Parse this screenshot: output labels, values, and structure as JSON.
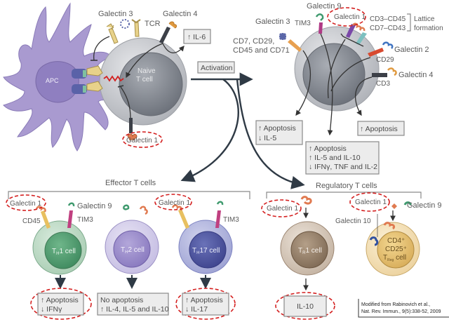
{
  "figure": {
    "naive_section": {
      "apc_label": "APC",
      "naive_cell_label_line1": "Naive",
      "naive_cell_label_line2": "T cell",
      "galectin3": "Galectin 3",
      "tcr": "TCR",
      "galectin4": "Galectin 4",
      "il6_box": "↑ IL-6",
      "galectin1": "Galectin 1",
      "activation": "Activation"
    },
    "activated_section": {
      "galectin9": "Galectin 9",
      "tim3": "TIM3",
      "galectin3": "Galectin 3",
      "cd_list_line1": "CD7, CD29,",
      "cd_list_line2": "CD45 and CD71",
      "galectin1": "Galectin 1",
      "lattice_pair1": "CD3–CD45",
      "lattice_pair2": "CD7–CD43",
      "lattice_line1": "Lattice",
      "lattice_line2": "formation",
      "galectin2": "Galectin 2",
      "cd29": "CD29",
      "galectin4": "Galectin 4",
      "cd3": "CD3",
      "box_left": [
        "↑ Apoptosis",
        "↓ IL-5"
      ],
      "box_center": [
        "↑ Apoptosis",
        "↑ IL-5 and IL-10",
        "↓ IFNγ, TNF and IL-2"
      ],
      "box_right": [
        "↑ Apoptosis"
      ]
    },
    "effector": {
      "title": "Effector T cells",
      "th1": {
        "galectin1": "Galectin 1",
        "galectin9": "Galectin 9",
        "cd45": "CD45",
        "tim3": "TIM3",
        "cell_main": "T",
        "cell_sub": "H",
        "cell_rest": "1 cell",
        "outcome": [
          "↑ Apoptosis",
          "↓ IFNγ"
        ]
      },
      "th2": {
        "cell_main": "T",
        "cell_sub": "H",
        "cell_rest": "2 cell",
        "outcome": [
          "No apoptosis",
          "↑ IL-4, IL-5 and IL-10"
        ]
      },
      "th17": {
        "galectin1": "Galectin 1",
        "tim3": "TIM3",
        "cell_main": "T",
        "cell_sub": "H",
        "cell_rest": "17 cell",
        "outcome": [
          "↑ Apoptosis",
          "↓ IL-17"
        ]
      }
    },
    "regulatory": {
      "title": "Regulatory T cells",
      "tr1": {
        "galectin1": "Galectin 1",
        "cell_main": "T",
        "cell_sub": "R",
        "cell_rest": "1 cell",
        "outcome": [
          "IL-10"
        ]
      },
      "treg": {
        "galectin1": "Galectin 1",
        "galectin9": "Galectin 9",
        "galectin10": "Galectin 10",
        "cell_line1": "CD4⁺",
        "cell_line2": "CD25⁺",
        "cell_main": "T",
        "cell_sub": "Reg",
        "cell_rest": " cell"
      }
    },
    "citation": [
      "Modified from Rabinovich et al.,",
      "Nat. Rev. Immun., 9(5):338-52, 2009"
    ],
    "colors": {
      "apc": "#a99ad0",
      "naive_outer": "#c9cbcf",
      "naive_inner": "#8d9199",
      "th1": "#7dbf97",
      "th2": "#b3a8d8",
      "th17": "#6e74b8",
      "tr1": "#a08a74",
      "treg": "#e9c57d",
      "highlight": "#d42020",
      "galectin1": "#e07a50",
      "galectin9": "#3f9a6e",
      "galectin2": "#3d72c0",
      "galectin4": "#e09a40"
    }
  }
}
